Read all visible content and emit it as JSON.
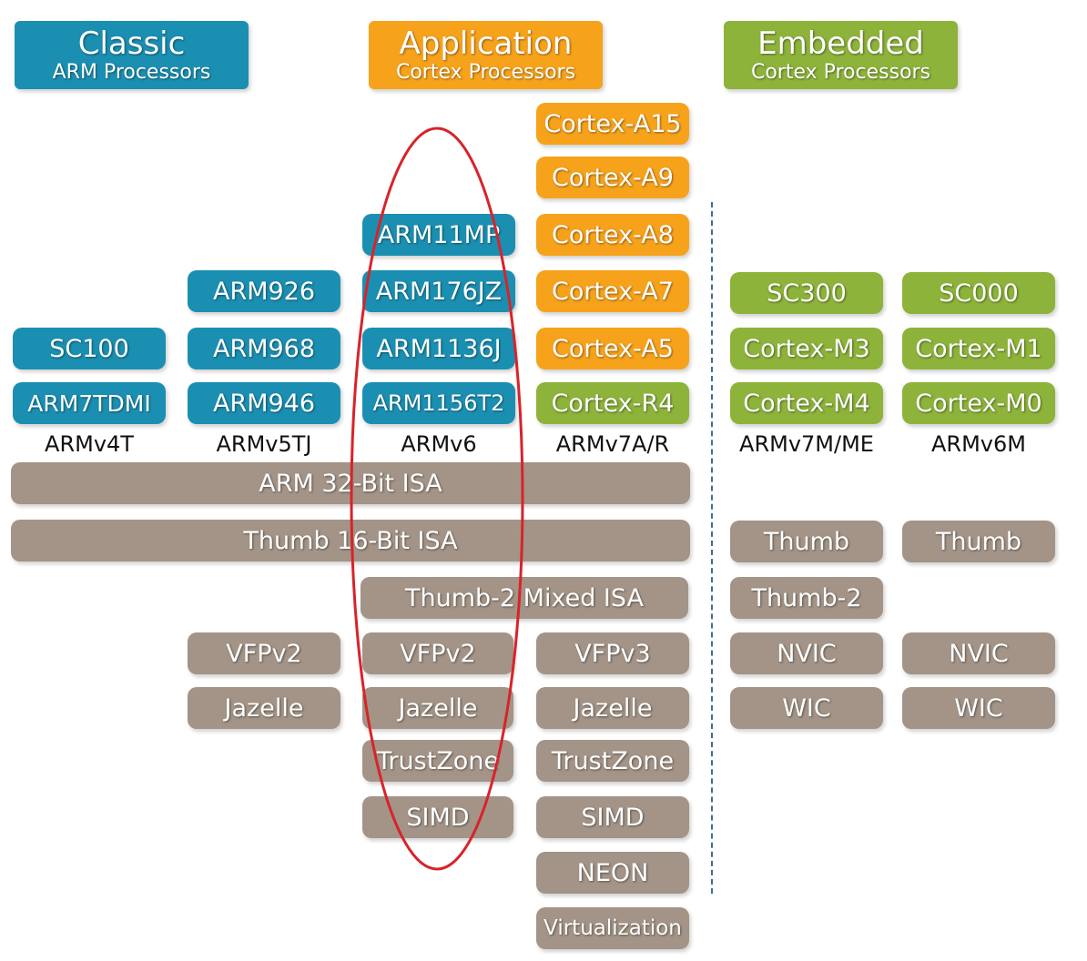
{
  "colors": {
    "classic": "#1b8fb1",
    "application": "#f7a21b",
    "embedded": "#8db33a",
    "feature": "#a39487",
    "highlight": "#d8232a",
    "divider": "#3d6f99"
  },
  "headers": {
    "classic": {
      "title": "Classic",
      "subtitle": "ARM Processors"
    },
    "application": {
      "title": "Application",
      "subtitle": "Cortex Processors"
    },
    "embedded": {
      "title": "Embedded",
      "subtitle": "Cortex Processors"
    }
  },
  "processors": {
    "armv4t": [
      "SC100",
      "ARM7TDMI"
    ],
    "armv5tj": [
      "ARM926",
      "ARM968",
      "ARM946"
    ],
    "armv6": [
      "ARM11MP",
      "ARM176JZ",
      "ARM1136J",
      "ARM1156T2"
    ],
    "armv7ar": [
      "Cortex-A15",
      "Cortex-A9",
      "Cortex-A8",
      "Cortex-A7",
      "Cortex-A5",
      "Cortex-R4"
    ],
    "armv7m": [
      "SC300",
      "Cortex-M3",
      "Cortex-M4"
    ],
    "armv6m": [
      "SC000",
      "Cortex-M1",
      "Cortex-M0"
    ]
  },
  "architectures": [
    "ARMv4T",
    "ARMv5TJ",
    "ARMv6",
    "ARMv7A/R",
    "ARMv7M/ME",
    "ARMv6M"
  ],
  "isa": {
    "arm32": "ARM 32-Bit ISA",
    "thumb16": "Thumb 16-Bit ISA",
    "thumb2_mixed": "Thumb-2 Mixed ISA"
  },
  "features": {
    "armv5tj": [
      "VFPv2",
      "Jazelle"
    ],
    "armv6": [
      "VFPv2",
      "Jazelle",
      "TrustZone",
      "SIMD"
    ],
    "armv7ar": [
      "VFPv3",
      "Jazelle",
      "TrustZone",
      "SIMD",
      "NEON",
      "Virtualization"
    ],
    "armv7m": [
      "Thumb",
      "Thumb-2",
      "NVIC",
      "WIC"
    ],
    "armv6m": [
      "Thumb",
      "NVIC",
      "WIC"
    ]
  }
}
